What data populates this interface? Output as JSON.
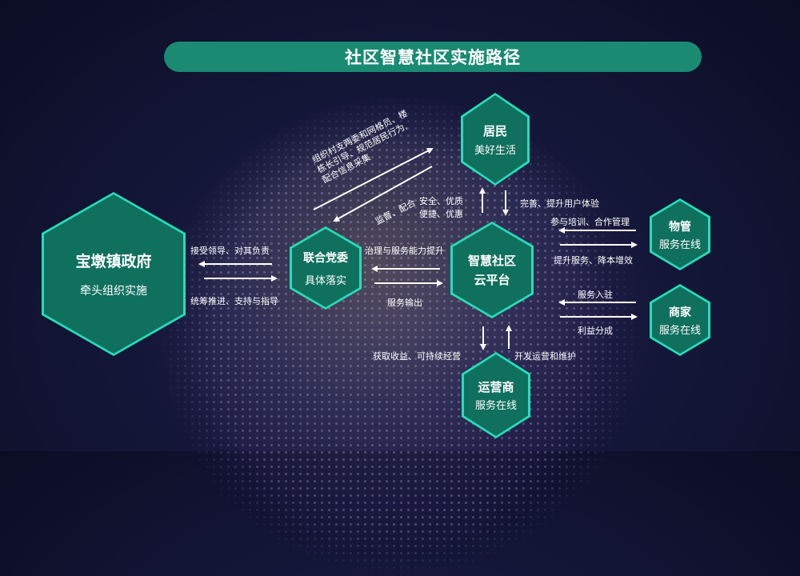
{
  "title": "社区智慧社区实施路径",
  "nodes": {
    "gov": {
      "title": "宝墩镇政府",
      "sub": "牵头组织实施"
    },
    "party": {
      "title": "联合党委",
      "sub": "具体落实"
    },
    "platform": {
      "title": "智慧社区",
      "title2": "云平台"
    },
    "residents": {
      "title": "居民",
      "sub": "美好生活"
    },
    "property": {
      "title": "物管",
      "sub": "服务在线"
    },
    "merchant": {
      "title": "商家",
      "sub": "服务在线"
    },
    "operator": {
      "title": "运营商",
      "sub": "服务在线"
    }
  },
  "labels": {
    "gov_party_top": "接受领导、对其负责",
    "gov_party_bottom": "统筹推进、支持与指导",
    "party_platform_top": "治理与服务能力提升",
    "party_platform_bottom": "服务输出",
    "diag_line1": "组织村支两委和网格员、楼",
    "diag_line2": "栋长引导、规范居民行为,",
    "diag_line3": "配合信息采集",
    "diag_bottom": "监督、配合",
    "res_left_1": "安全、优质",
    "res_left_2": "便捷、优惠",
    "res_right": "完善、提升用户体验",
    "prop_top": "参与培训、合作管理",
    "prop_bottom": "提升服务、降本增效",
    "merch_top": "服务入驻",
    "merch_bottom": "利益分成",
    "op_left": "获取收益、可持续经营",
    "op_right": "开发运营和维护"
  },
  "colors": {
    "hex_fill": "#10705e",
    "hex_border": "#27ddb8",
    "title_bar": "#1a8a72"
  }
}
